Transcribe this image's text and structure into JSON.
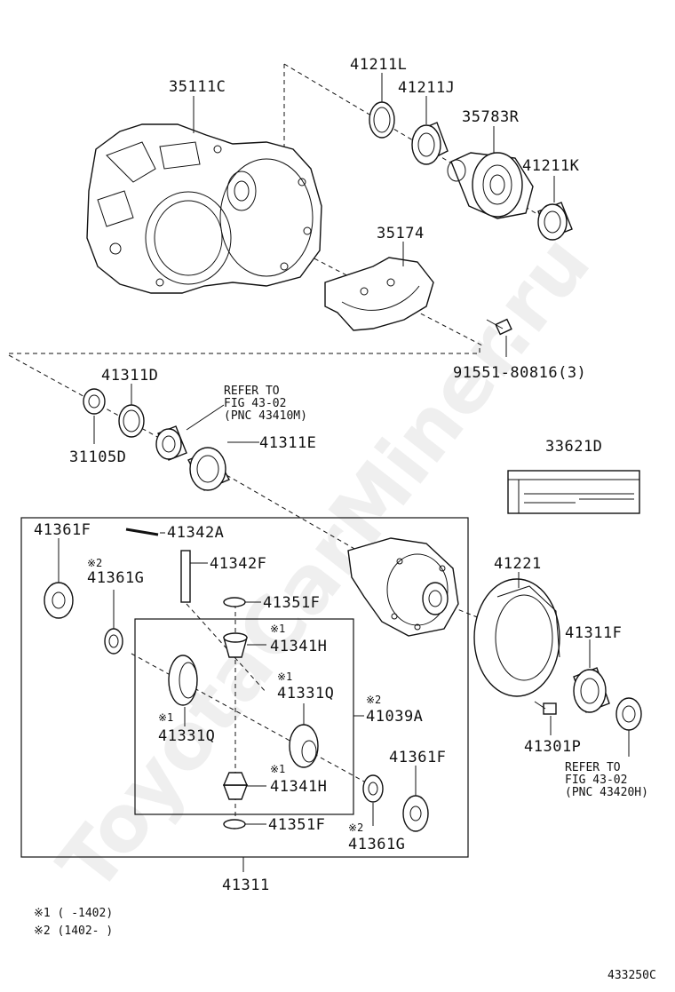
{
  "watermark": "ToyotaCarMiner.ru",
  "labels": {
    "p35111C": "35111C",
    "p41211L": "41211L",
    "p41211J": "41211J",
    "p35783R": "35783R",
    "p41211K": "41211K",
    "p35174": "35174",
    "p91551": "91551-80816(3)",
    "p41311D": "41311D",
    "p31105D": "31105D",
    "p41311E": "41311E",
    "p33621D": "33621D",
    "p41361F_a": "41361F",
    "p41342A": "41342A",
    "p41342F": "41342F",
    "p41361G_a": "41361G",
    "p41351F_a": "41351F",
    "p41341H_a": "41341H",
    "p41331Q_a": "41331Q",
    "p41331Q_b": "41331Q",
    "p41039A": "41039A",
    "p41341H_b": "41341H",
    "p41351F_b": "41351F",
    "p41361F_b": "41361F",
    "p41361G_b": "41361G",
    "p41311": "41311",
    "p41221": "41221",
    "p41311F": "41311F",
    "p41301P": "41301P",
    "mark1": "※1",
    "mark2": "※2"
  },
  "refs": {
    "upper": {
      "line1": "REFER TO",
      "line2": "FIG 43-02",
      "line3": "(PNC 43410M)"
    },
    "lower": {
      "line1": "REFER TO",
      "line2": "FIG 43-02",
      "line3": "(PNC 43420H)"
    }
  },
  "legend": {
    "row1": "※1 (    -1402)",
    "row2": "※2 (1402-     )"
  },
  "figure_id": "433250C"
}
